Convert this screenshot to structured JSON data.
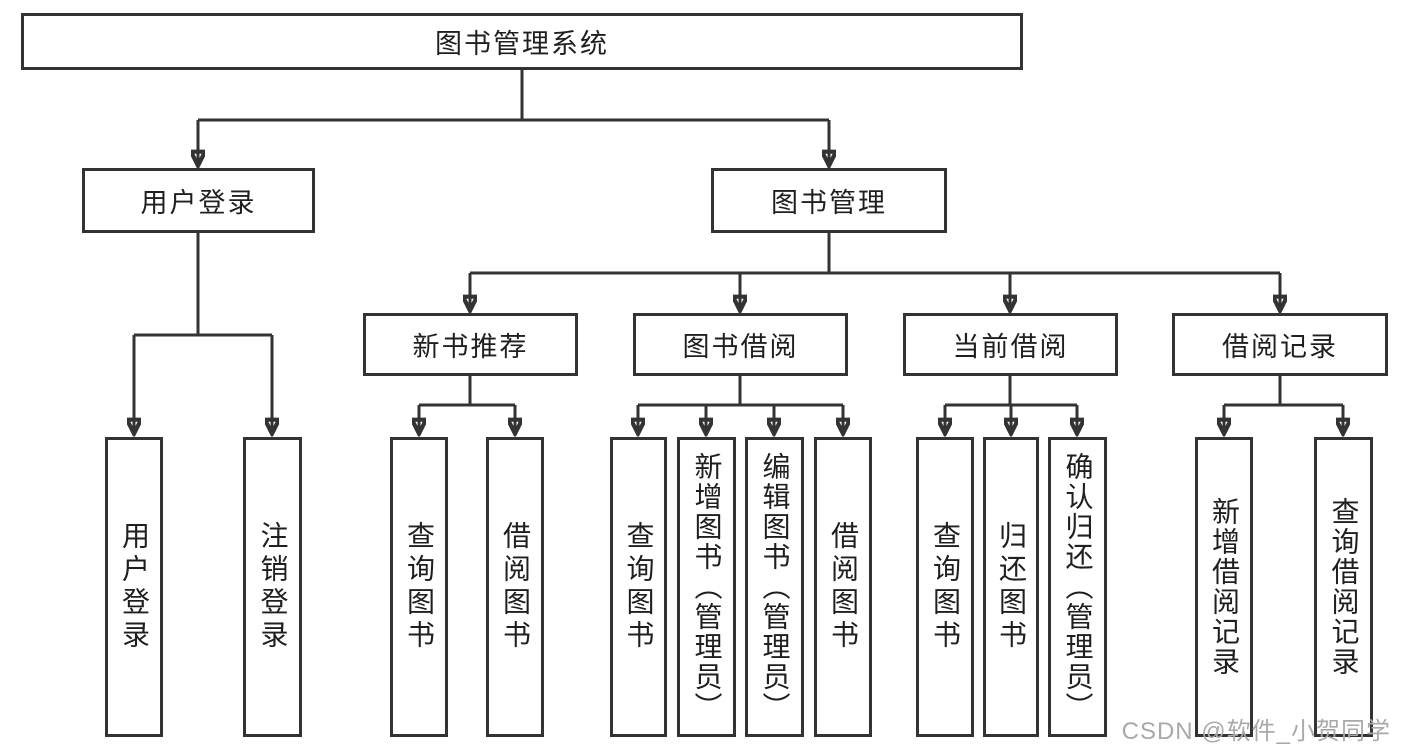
{
  "diagram": {
    "root": {
      "label": "图书管理系统"
    },
    "level2": [
      {
        "label": "用户登录"
      },
      {
        "label": "图书管理"
      }
    ],
    "level3": [
      {
        "label": "新书推荐"
      },
      {
        "label": "图书借阅"
      },
      {
        "label": "当前借阅"
      },
      {
        "label": "借阅记录"
      }
    ],
    "leaves": [
      {
        "label": "用户登录",
        "parent": "用户登录"
      },
      {
        "label": "注销登录",
        "parent": "用户登录"
      },
      {
        "label": "查询图书",
        "parent": "新书推荐"
      },
      {
        "label": "借阅图书",
        "parent": "新书推荐"
      },
      {
        "label": "查询图书",
        "parent": "图书借阅"
      },
      {
        "label": "新增图书（管理员）",
        "parent": "图书借阅"
      },
      {
        "label": "编辑图书（管理员）",
        "parent": "图书借阅"
      },
      {
        "label": "借阅图书",
        "parent": "图书借阅"
      },
      {
        "label": "查询图书",
        "parent": "当前借阅"
      },
      {
        "label": "归还图书",
        "parent": "当前借阅"
      },
      {
        "label": "确认归还（管理员）",
        "parent": "当前借阅"
      },
      {
        "label": "新增借阅记录",
        "parent": "借阅记录"
      },
      {
        "label": "查询借阅记录",
        "parent": "借阅记录"
      }
    ],
    "watermark": "CSDN @软件_小贺同学",
    "colors": {
      "line": "#333333",
      "text": "#1f1f1f",
      "watermark": "#a9a9a9",
      "background": "#ffffff"
    }
  }
}
